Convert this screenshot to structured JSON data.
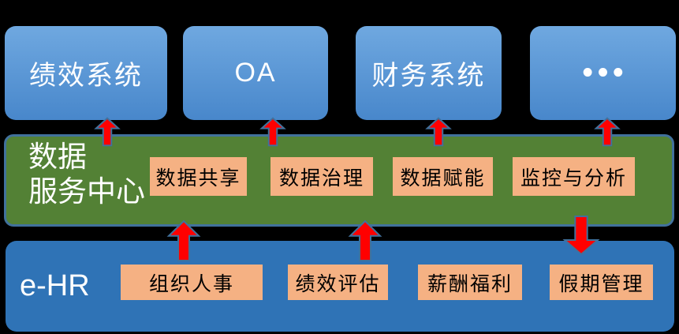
{
  "top_systems": {
    "items": [
      {
        "label": "绩效系统"
      },
      {
        "label": "OA"
      },
      {
        "label": "财务系统"
      },
      {
        "label": "•••"
      }
    ]
  },
  "data_service_center": {
    "title_line1": "数据",
    "title_line2": "服务中心",
    "services": [
      {
        "label": "数据共享"
      },
      {
        "label": "数据治理"
      },
      {
        "label": "数据赋能"
      },
      {
        "label": "监控与分析"
      }
    ]
  },
  "ehr_layer": {
    "title": "e-HR",
    "modules": [
      {
        "label": "组织人事"
      },
      {
        "label": "绩效评估"
      },
      {
        "label": "薪酬福利"
      },
      {
        "label": "假期管理"
      }
    ]
  },
  "icons": {
    "up_arrow": "red block arrow pointing up",
    "down_arrow": "red block arrow pointing down"
  },
  "colors": {
    "background": "#000000",
    "system_box_top": "#6FA8E0",
    "system_box_bottom": "#4887CB",
    "data_center_green": "#538135",
    "ehr_blue": "#2F73B6",
    "module_orange": "#F5B183",
    "arrow_red": "#FF0000",
    "arrow_outline": "#41719C"
  }
}
